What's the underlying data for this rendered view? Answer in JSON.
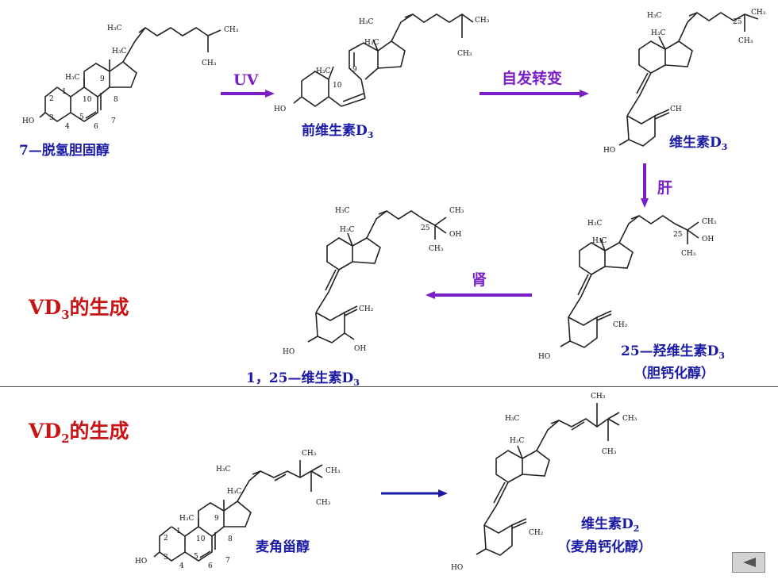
{
  "colors": {
    "accent_blue": "#1a1aa6",
    "heading_red": "#c81414",
    "arrow_purple": "#7a1fc8"
  },
  "labels": {
    "dehydrocholesterol": "7—脱氢胆固醇",
    "previtamin": "前维生素D",
    "vitamin_d3": "维生素D",
    "hydroxy_d3": "25—羟维生素D",
    "calcifediol": "（胆钙化醇）",
    "dihydroxy_d3": "1，25—维生素D",
    "ergosterol": "麦角甾醇",
    "vitamin_d2": "维生素D",
    "ergocalciferol": "（麦角钙化醇）",
    "sub3": "3",
    "sub2": "2"
  },
  "arrows": {
    "uv": "UV",
    "spontaneous": "自发转变",
    "liver": "肝",
    "kidney": "肾"
  },
  "headings": {
    "vd3_prefix": "VD",
    "vd3_suffix": "的生成",
    "vd2_prefix": "VD",
    "vd2_suffix": "的生成"
  },
  "atoms": {
    "h3c": "H₃C",
    "ch3": "CH₃",
    "ho": "HO",
    "oh": "OH",
    "ch2": "CH₂",
    "n1": "1",
    "n2": "2",
    "n3": "3",
    "n4": "4",
    "n5": "5",
    "n6": "6",
    "n7": "7",
    "n8": "8",
    "n9": "9",
    "n10": "10",
    "n25": "25"
  },
  "nav": {
    "back_icon": "triangle-left-icon"
  }
}
